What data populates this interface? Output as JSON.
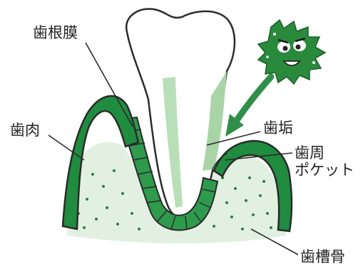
{
  "labels": {
    "periodontal_ligament": "歯根膜",
    "gum": "歯肉",
    "plaque": "歯垢",
    "pocket_line1": "歯周",
    "pocket_line2": "ポケット",
    "alveolar_bone": "歯槽骨"
  },
  "colors": {
    "gum_green": "#1f8c3f",
    "dark_outline": "#2b2b2b",
    "bone_fill": "#e2f0e2",
    "bone_dots": "#2f7d3f",
    "tooth_white": "#ffffff",
    "tooth_shade": "#b9dfb9",
    "plaque_green": "#a8d4a8",
    "arrow_green": "#2f8f48",
    "germ_green": "#2a8a3c"
  },
  "icons": [
    "germ-icon",
    "arrow-icon"
  ]
}
